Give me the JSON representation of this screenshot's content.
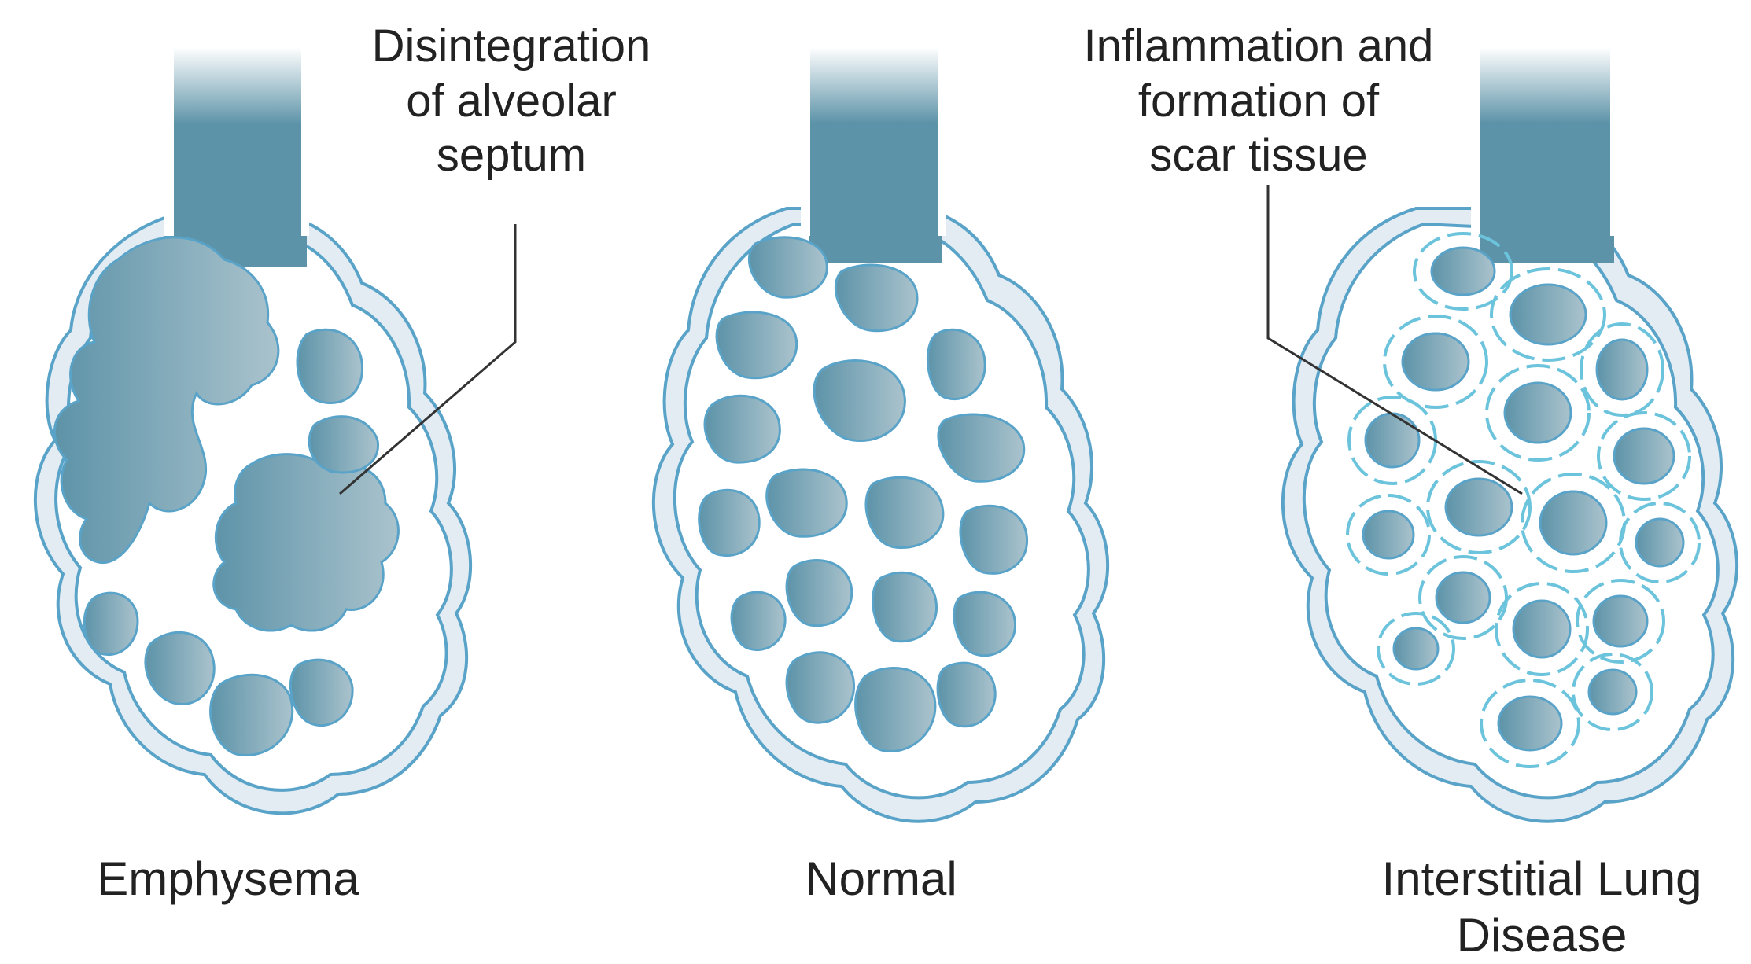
{
  "panels": [
    {
      "caption": [
        "Emphysema"
      ],
      "callout": [
        "Disintegration",
        "of alveolar",
        "septum"
      ]
    },
    {
      "caption": [
        "Normal"
      ],
      "callout": []
    },
    {
      "caption": [
        "Interstitial Lung",
        "Disease"
      ],
      "callout": [
        "Inflammation and",
        "formation of",
        "scar tissue"
      ]
    }
  ],
  "colors": {
    "tissue": "#e3ecf3",
    "outline": "#5aa3c8",
    "alveolus_dark": "#5d93a8",
    "alveolus_light": "#a9c2cd",
    "scar": "#6cc3dc",
    "leader": "#333333",
    "text": "#222222"
  },
  "icons": [
    "alveolar-sac-emphysema",
    "alveolar-sac-normal",
    "alveolar-sac-interstitial"
  ]
}
